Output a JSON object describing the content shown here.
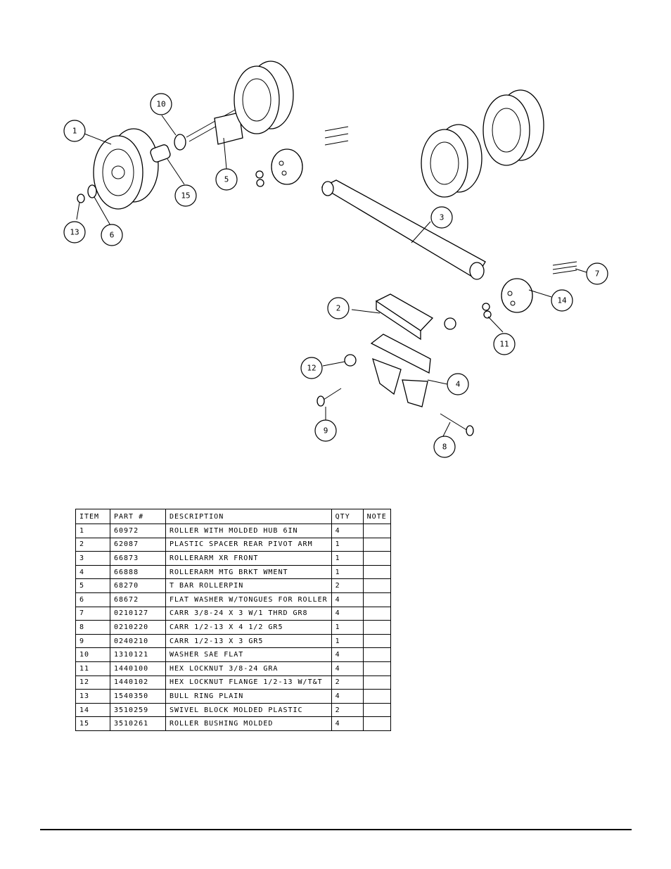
{
  "callouts": [
    "1",
    "2",
    "3",
    "4",
    "5",
    "6",
    "7",
    "8",
    "9",
    "10",
    "11",
    "12",
    "13",
    "14",
    "15"
  ],
  "table": {
    "headers": {
      "item": "ITEM",
      "part": "PART #",
      "description": "DESCRIPTION",
      "qty": "QTY",
      "note": "NOTE"
    },
    "rows": [
      {
        "item": "1",
        "part": "60972",
        "description": "ROLLER WITH MOLDED HUB  6IN",
        "qty": "4",
        "note": ""
      },
      {
        "item": "2",
        "part": "62087",
        "description": "PLASTIC SPACER REAR PIVOT ARM",
        "qty": "1",
        "note": ""
      },
      {
        "item": "3",
        "part": "66873",
        "description": "ROLLERARM XR FRONT",
        "qty": "1",
        "note": ""
      },
      {
        "item": "4",
        "part": "66888",
        "description": "ROLLERARM MTG BRKT WMENT",
        "qty": "1",
        "note": ""
      },
      {
        "item": "5",
        "part": "68270",
        "description": "T BAR ROLLERPIN",
        "qty": "2",
        "note": ""
      },
      {
        "item": "6",
        "part": "68672",
        "description": "FLAT WASHER W/TONGUES FOR ROLLER",
        "qty": "4",
        "note": ""
      },
      {
        "item": "7",
        "part": "0210127",
        "description": "CARR 3/8-24 X 3 W/1 THRD GR8",
        "qty": "4",
        "note": ""
      },
      {
        "item": "8",
        "part": "0210220",
        "description": "CARR 1/2-13 X 4 1/2 GR5",
        "qty": "1",
        "note": ""
      },
      {
        "item": "9",
        "part": "0240210",
        "description": "CARR 1/2-13 X 3 GR5",
        "qty": "1",
        "note": ""
      },
      {
        "item": "10",
        "part": "1310121",
        "description": "WASHER SAE FLAT",
        "qty": "4",
        "note": ""
      },
      {
        "item": "11",
        "part": "1440100",
        "description": "HEX LOCKNUT 3/8-24 GRA",
        "qty": "4",
        "note": ""
      },
      {
        "item": "12",
        "part": "1440102",
        "description": "HEX LOCKNUT FLANGE 1/2-13 W/T&T",
        "qty": "2",
        "note": ""
      },
      {
        "item": "13",
        "part": "1540350",
        "description": "BULL RING PLAIN",
        "qty": "4",
        "note": ""
      },
      {
        "item": "14",
        "part": "3510259",
        "description": "SWIVEL BLOCK MOLDED PLASTIC",
        "qty": "2",
        "note": ""
      },
      {
        "item": "15",
        "part": "3510261",
        "description": "ROLLER BUSHING MOLDED",
        "qty": "4",
        "note": ""
      }
    ]
  }
}
